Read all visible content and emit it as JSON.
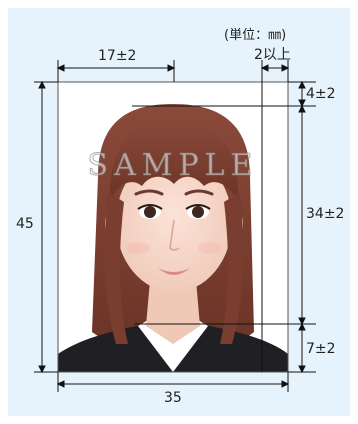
{
  "unit_note": "(単位：㎜)",
  "dimensions": {
    "face_offset": "17±2",
    "margin_min": "2以上",
    "top_space": "4±2",
    "face_height": "34±2",
    "bottom_space": "7±2",
    "height": "45",
    "width": "35"
  },
  "photo": {
    "watermark": "SAMPLE"
  },
  "colors": {
    "panel": "#e6f3fc",
    "line": "#111111"
  }
}
